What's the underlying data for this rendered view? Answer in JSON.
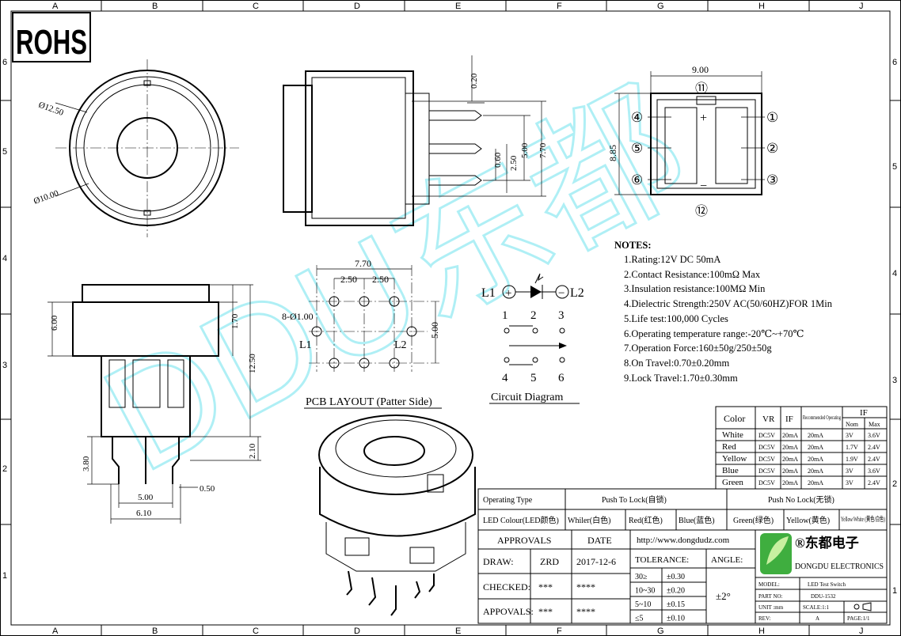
{
  "grid": {
    "cols": [
      "A",
      "B",
      "C",
      "D",
      "E",
      "F",
      "G",
      "H",
      "J"
    ],
    "rows": [
      "6",
      "5",
      "4",
      "3",
      "2",
      "1"
    ]
  },
  "rohs": "ROHS",
  "watermark": "DDU东都",
  "front_view": {
    "dia_outer": "Ø12.50",
    "dia_inner": "Ø10.00"
  },
  "side_view": {
    "d020": "0.20",
    "d060": "0.60",
    "d250": "2.50",
    "d500": "5.00",
    "d770": "7.70"
  },
  "top_view": {
    "width": "9.00",
    "height": "8.85",
    "l1": "⑪",
    "l2": "⑫",
    "plus": "+",
    "minus": "−",
    "pins": [
      "①",
      "②",
      "③",
      "④",
      "⑤",
      "⑥"
    ]
  },
  "side_full": {
    "d600": "6.00",
    "d170": "1.70",
    "d1250": "12.50",
    "d210": "2.10",
    "d380": "3.80",
    "d050": "0.50",
    "d500": "5.00",
    "d610": "6.10"
  },
  "pcb": {
    "w770": "7.70",
    "w250a": "2.50",
    "w250b": "2.50",
    "holes": "8-Ø1.00",
    "h500": "5.00",
    "l1": "L1",
    "l2": "L2",
    "title": "PCB LAYOUT (Patter Side)"
  },
  "circuit": {
    "l1": "L1",
    "l2": "L2",
    "plus": "+",
    "minus": "−",
    "n1": "1",
    "n2": "2",
    "n3": "3",
    "n4": "4",
    "n5": "5",
    "n6": "6",
    "title": "Circuit Diagram"
  },
  "notes": {
    "title": "NOTES:",
    "items": [
      "1.Rating:12V DC 50mA",
      "2.Contact Resistance:100mΩ Max",
      "3.Insulation resistance:100MΩ Min",
      "4.Dielectric Strength:250V AC(50/60HZ)FOR 1Min",
      "5.Life test:100,000 Cycles",
      "6.Operating temperature range:-20℃~+70℃",
      "7.Operation Force:160±50g/250±50g",
      "8.On Travel:0.70±0.20mm",
      "9.Lock Travel:1.70±0.30mm"
    ]
  },
  "led_table": {
    "headers": [
      "Color",
      "VR",
      "IF",
      "Recommended Operating",
      "IF"
    ],
    "sub": [
      "Nom",
      "Max"
    ],
    "rows": [
      [
        "White",
        "DC5V",
        "20mA",
        "20mA",
        "3V",
        "3.6V"
      ],
      [
        "Red",
        "DC5V",
        "20mA",
        "20mA",
        "1.7V",
        "2.4V"
      ],
      [
        "Yellow",
        "DC5V",
        "20mA",
        "20mA",
        "1.9V",
        "2.4V"
      ],
      [
        "Blue",
        "DC5V",
        "20mA",
        "20mA",
        "3V",
        "3.6V"
      ],
      [
        "Green",
        "DC5V",
        "20mA",
        "20mA",
        "3V",
        "2.4V"
      ]
    ]
  },
  "op_table": {
    "operating_type": "Operating Type",
    "push_lock": "Push To Lock(自锁)",
    "push_nolock": "Push No Lock(无锁)",
    "led_colour": "LED Colour(LED颜色)",
    "colours": [
      "Whiler(白色)",
      "Red(红色)",
      "Blue(蓝色)",
      "Green(绿色)",
      "Yellow(黄色)",
      "Yellow/White (黄色/白色)"
    ]
  },
  "title_block": {
    "approvals": "APPROVALS",
    "date": "DATE",
    "url": "http://www.dongdudz.com",
    "draw": "DRAW:",
    "draw_name": "ZRD",
    "draw_date": "2017-12-6",
    "checked": "CHECKED:",
    "checked_name": "***",
    "checked_date": "****",
    "appvals": "APPOVALS:",
    "appvals_name": "***",
    "appvals_date": "****",
    "tolerance": "TOLERANCE:",
    "angle": "ANGLE:",
    "tol_rows": [
      [
        "30≥",
        "±0.30"
      ],
      [
        "10~30",
        "±0.20"
      ],
      [
        "5~10",
        "±0.15"
      ],
      [
        "≤5",
        "±0.10"
      ]
    ],
    "angle_val": "±2°",
    "logo_cn": "®东都电子",
    "logo_en": "DONGDU ELECTRONICS",
    "model_k": "MODEL:",
    "model_v": "LED Test Switch",
    "part_k": "PART NO:",
    "part_v": "DDU-1532",
    "unit_k": "UNIT :mm",
    "scale_k": "SCALE:1:1",
    "rev_k": "REV:",
    "rev_v": "A",
    "page": "PAGE:1/1"
  }
}
